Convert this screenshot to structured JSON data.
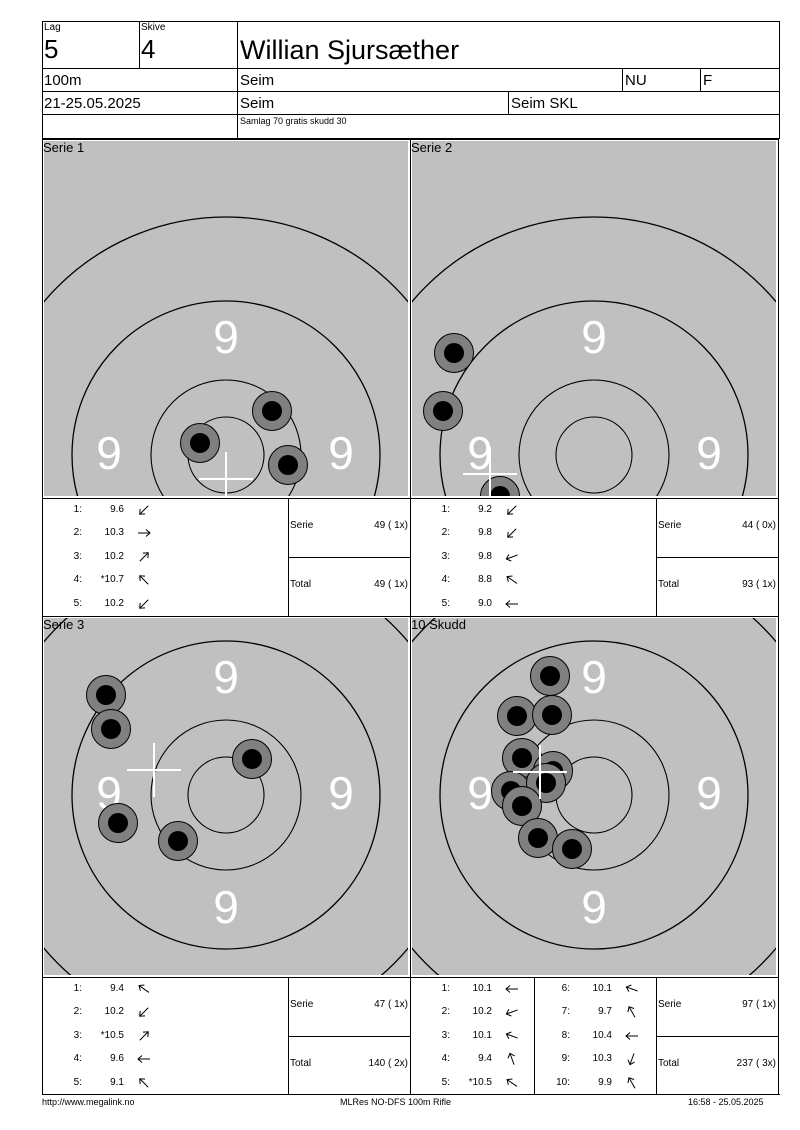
{
  "header": {
    "lag_label": "Lag",
    "lag_value": "5",
    "skive_label": "Skive",
    "skive_value": "4",
    "name": "Willian Sjursæther",
    "distance": "100m",
    "club": "Seim",
    "class1": "NU",
    "class2": "F",
    "date": "21-25.05.2025",
    "location": "Seim",
    "organizer": "Seim SKL",
    "description": "Samlag 70 gratis skudd 30"
  },
  "targets": [
    {
      "title": "Serie 1",
      "ring_number": "9",
      "shots": [
        {
          "num": "1:",
          "value": "9.6",
          "dir": 225
        },
        {
          "num": "2:",
          "value": "10.3",
          "dir": 0
        },
        {
          "num": "3:",
          "value": "10.2",
          "dir": 45
        },
        {
          "num": "4:",
          "value": "*10.7",
          "dir": 135
        },
        {
          "num": "5:",
          "value": "10.2",
          "dir": 225
        }
      ],
      "serie_label": "Serie",
      "serie_value": "49 ( 1x)",
      "total_label": "Total",
      "total_value": "49 ( 1x)"
    },
    {
      "title": "Serie 2",
      "ring_number": "9",
      "shots": [
        {
          "num": "1:",
          "value": "9.2",
          "dir": 225
        },
        {
          "num": "2:",
          "value": "9.8",
          "dir": 225
        },
        {
          "num": "3:",
          "value": "9.8",
          "dir": 200
        },
        {
          "num": "4:",
          "value": "8.8",
          "dir": 145
        },
        {
          "num": "5:",
          "value": "9.0",
          "dir": 180
        }
      ],
      "serie_label": "Serie",
      "serie_value": "44 ( 0x)",
      "total_label": "Total",
      "total_value": "93 ( 1x)"
    },
    {
      "title": "Serie 3",
      "ring_number": "9",
      "shots": [
        {
          "num": "1:",
          "value": "9.4",
          "dir": 145
        },
        {
          "num": "2:",
          "value": "10.2",
          "dir": 225
        },
        {
          "num": "3:",
          "value": "*10.5",
          "dir": 45
        },
        {
          "num": "4:",
          "value": "9.6",
          "dir": 180
        },
        {
          "num": "5:",
          "value": "9.1",
          "dir": 135
        }
      ],
      "serie_label": "Serie",
      "serie_value": "47 ( 1x)",
      "total_label": "Total",
      "total_value": "140 ( 2x)"
    },
    {
      "title": "10 Skudd",
      "ring_number": "9",
      "shots": [
        {
          "num": "1:",
          "value": "10.1",
          "dir": 180
        },
        {
          "num": "2:",
          "value": "10.2",
          "dir": 200
        },
        {
          "num": "3:",
          "value": "10.1",
          "dir": 160
        },
        {
          "num": "4:",
          "value": "9.4",
          "dir": 110
        },
        {
          "num": "5:",
          "value": "*10.5",
          "dir": 145
        },
        {
          "num": "6:",
          "value": "10.1",
          "dir": 160
        },
        {
          "num": "7:",
          "value": "9.7",
          "dir": 120
        },
        {
          "num": "8:",
          "value": "10.4",
          "dir": 180
        },
        {
          "num": "9:",
          "value": "10.3",
          "dir": 250
        },
        {
          "num": "10:",
          "value": "9.9",
          "dir": 120
        }
      ],
      "serie_label": "Serie",
      "serie_value": "97 ( 1x)",
      "total_label": "Total",
      "total_value": "237 ( 3x)"
    }
  ],
  "footer": {
    "left": "http://www.megalink.no",
    "center": "MLRes NO-DFS 100m Rifle",
    "right": "16:58 - 25.05.2025"
  }
}
